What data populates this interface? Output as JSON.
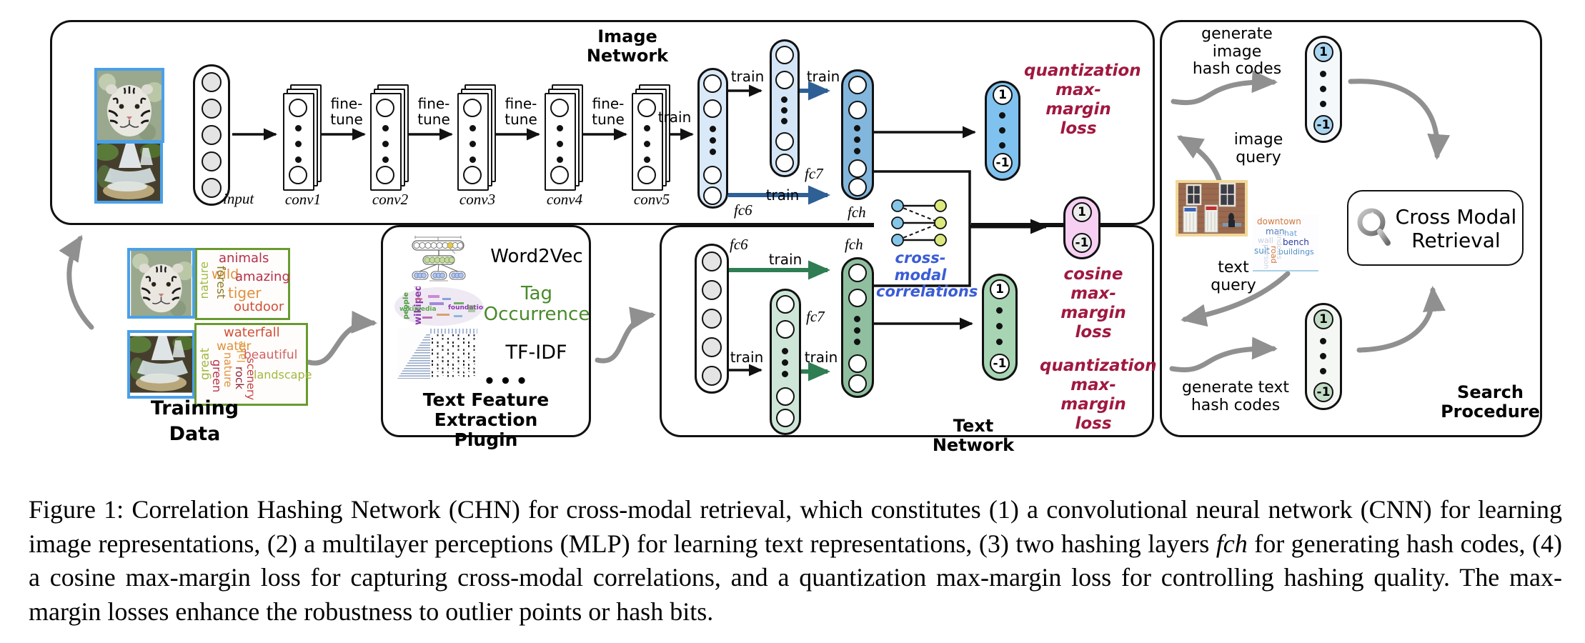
{
  "palette": {
    "loss_text": "#a01840",
    "correlations_text": "#3a5cd6",
    "tag_occurrence_green": "#4a8a2a",
    "image_border_blue": "#4aa0e8",
    "tags_box_border": "#6a9a2f",
    "train_arrow_blue": "#2e6096",
    "train_arrow_green": "#2f7d52",
    "gray_arrow": "#909090",
    "image_fch_fill": "#82b6dc",
    "text_fch_fill": "#8fbf9f",
    "image_hash_fill": "#7fc2ef",
    "text_hash_fill": "#a7d4b2",
    "cosine_hash_fill": "#f7cff3"
  },
  "image_network": {
    "title": "Image Network",
    "input_label": "input",
    "conv_labels": [
      "conv1",
      "conv2",
      "conv3",
      "conv4",
      "conv5"
    ],
    "fine_tune": "fine-\ntune",
    "train": "train",
    "fc6_label": "fc6",
    "fc7_label": "fc7",
    "fch_label": "fch",
    "hash_pos": "1",
    "hash_neg": "-1",
    "quantization_loss": "quantization\nmax-margin\nloss"
  },
  "cross_modal": {
    "correlations_label": "cross-modal\ncorrelations",
    "cosine_loss": "cosine\nmax-margin\nloss",
    "hash_pos": "1",
    "hash_neg": "-1"
  },
  "text_network": {
    "title": "Text Network",
    "fc6_label": "fc6",
    "fc7_label": "fc7",
    "fch_label": "fch",
    "train": "train",
    "hash_pos": "1",
    "hash_neg": "-1",
    "quantization_loss": "quantization\nmax-margin\nloss"
  },
  "plugin": {
    "title": "Text Feature\nExtraction Plugin",
    "word2vec": "Word2Vec",
    "tag_occurrence": "Tag\nOccurrence",
    "tfidf": "TF-IDF",
    "ellipsis": "•••",
    "cloud_words": [
      "wikipedia",
      "people",
      "wikimedia",
      "foundation"
    ]
  },
  "training": {
    "title": "Training\nData",
    "tiger_tags": [
      "animals",
      "wild",
      "amazing",
      "nature",
      "forest",
      "tiger",
      "outdoor"
    ],
    "waterfall_tags": [
      "waterfall",
      "water",
      "lake",
      "beautiful",
      "great",
      "nature",
      "green",
      "rock",
      "scenery",
      "landscape"
    ]
  },
  "search": {
    "title": "Search\nProcedure",
    "generate_image_label": "generate image\nhash codes",
    "image_query_label": "image\nquery",
    "text_query_label": "text\nquery",
    "generate_text_label": "generate text\nhash codes",
    "retrieval_label": "Cross Modal\nRetrieval",
    "hash_pos": "1",
    "hash_neg": "-1",
    "query_tags": [
      "downtown",
      "man",
      "hat",
      "wall",
      "bench",
      "suit",
      "buildings",
      "road",
      "person",
      "windows"
    ]
  },
  "caption": {
    "part1": "Figure 1: Correlation Hashing Network (CHN) for cross-modal retrieval, which constitutes (1) a convolutional neural network (CNN) for learning image representations, (2) a multilayer perceptions (MLP) for learning text representations, (3) two hashing layers ",
    "fch": "fch",
    "part2": " for generating hash codes, (4) a cosine max-margin loss for capturing cross-modal correlations, and a quantization max-margin loss for controlling hashing quality. The max-margin losses enhance the robustness to outlier points or hash bits."
  }
}
